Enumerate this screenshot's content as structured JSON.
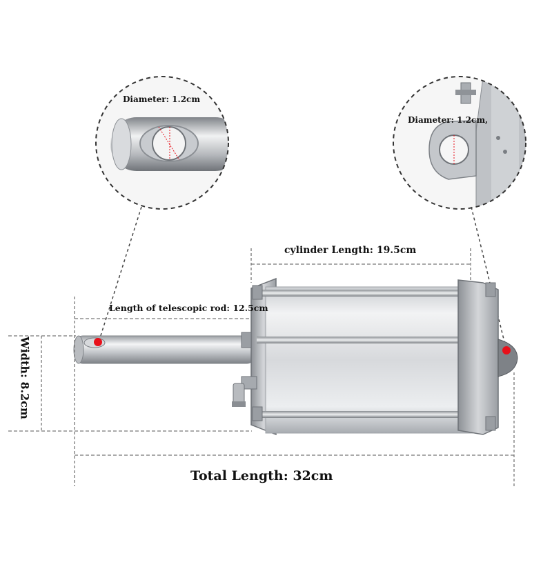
{
  "labels": {
    "diameter_left": "Diameter: 1.2cm",
    "diameter_right": "Diameter: 1.2cm,",
    "cylinder_length": "cylinder Length: 19.5cm",
    "telescopic_rod": "Length of telescopic rod: 12.5cm",
    "width": "Width: 8.2cm",
    "total_length": "Total Length: 32cm"
  },
  "colors": {
    "marker": "#e8101a",
    "dimension_line": "#777777",
    "metal_light": "#e8e9eb",
    "metal_mid": "#b9bcc0",
    "metal_dark": "#7d8186"
  }
}
